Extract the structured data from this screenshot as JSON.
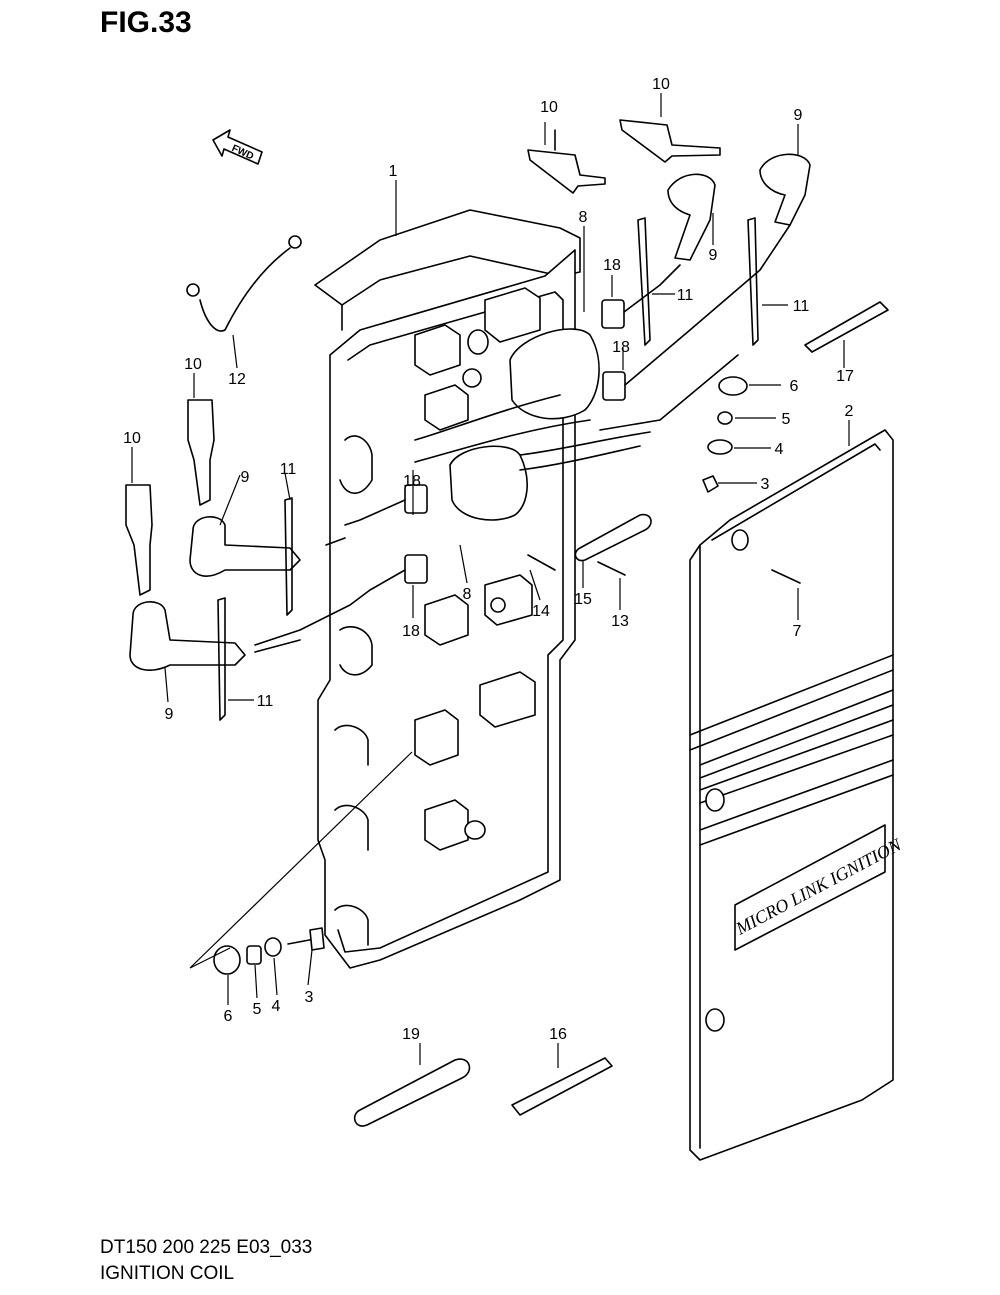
{
  "figure": {
    "title": "FIG.33",
    "model": "DT150 200 225 E03_033",
    "name": "IGNITION COIL",
    "fwd_label": "FWD",
    "logo_text": "MICRO LINK IGNITION"
  },
  "callouts": [
    {
      "id": "c1",
      "label": "1"
    },
    {
      "id": "c2",
      "label": "2"
    },
    {
      "id": "c3a",
      "label": "3"
    },
    {
      "id": "c3b",
      "label": "3"
    },
    {
      "id": "c4a",
      "label": "4"
    },
    {
      "id": "c4b",
      "label": "4"
    },
    {
      "id": "c5a",
      "label": "5"
    },
    {
      "id": "c5b",
      "label": "5"
    },
    {
      "id": "c6a",
      "label": "6"
    },
    {
      "id": "c6b",
      "label": "6"
    },
    {
      "id": "c7",
      "label": "7"
    },
    {
      "id": "c8a",
      "label": "8"
    },
    {
      "id": "c8b",
      "label": "8"
    },
    {
      "id": "c9a",
      "label": "9"
    },
    {
      "id": "c9b",
      "label": "9"
    },
    {
      "id": "c9c",
      "label": "9"
    },
    {
      "id": "c9d",
      "label": "9"
    },
    {
      "id": "c10a",
      "label": "10"
    },
    {
      "id": "c10b",
      "label": "10"
    },
    {
      "id": "c10c",
      "label": "10"
    },
    {
      "id": "c10d",
      "label": "10"
    },
    {
      "id": "c11a",
      "label": "11"
    },
    {
      "id": "c11b",
      "label": "11"
    },
    {
      "id": "c11c",
      "label": "11"
    },
    {
      "id": "c11d",
      "label": "11"
    },
    {
      "id": "c12",
      "label": "12"
    },
    {
      "id": "c13",
      "label": "13"
    },
    {
      "id": "c14",
      "label": "14"
    },
    {
      "id": "c15",
      "label": "15"
    },
    {
      "id": "c16",
      "label": "16"
    },
    {
      "id": "c17",
      "label": "17"
    },
    {
      "id": "c18a",
      "label": "18"
    },
    {
      "id": "c18b",
      "label": "18"
    },
    {
      "id": "c18c",
      "label": "18"
    },
    {
      "id": "c18d",
      "label": "18"
    },
    {
      "id": "c19",
      "label": "19"
    }
  ]
}
